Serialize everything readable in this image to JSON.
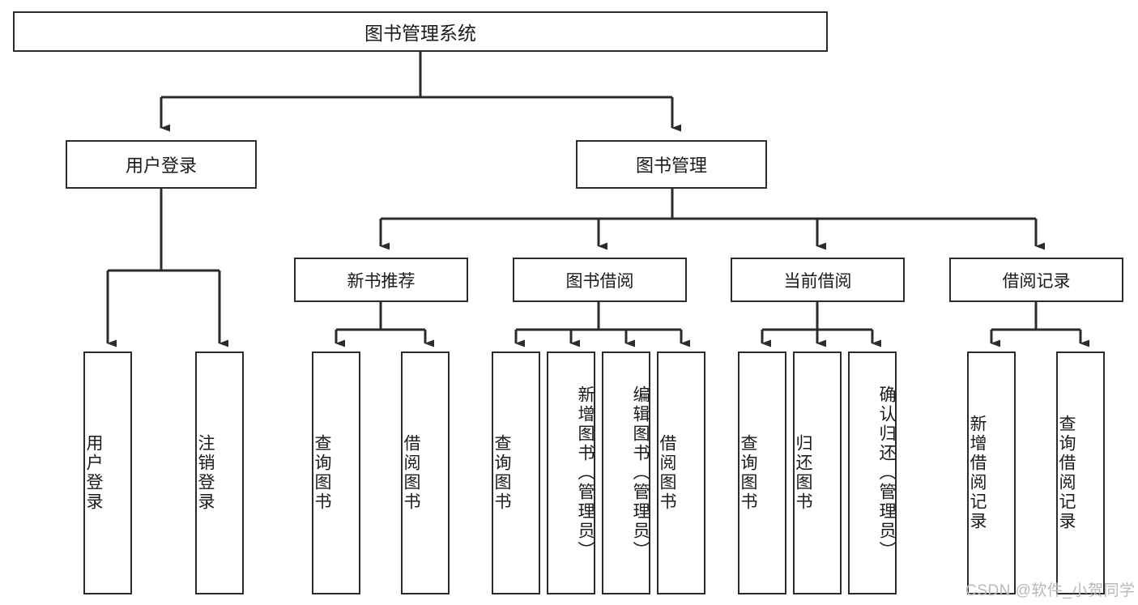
{
  "diagram": {
    "type": "hierarchy-tree",
    "title": "图书管理系统",
    "background_color": "#ffffff",
    "stroke_color": "#2b2b2b",
    "text_color": "#1a1a1a",
    "root": {
      "label": "图书管理系统"
    },
    "level2": [
      {
        "label": "用户登录"
      },
      {
        "label": "图书管理"
      }
    ],
    "level3": [
      {
        "label": "新书推荐"
      },
      {
        "label": "图书借阅"
      },
      {
        "label": "当前借阅"
      },
      {
        "label": "借阅记录"
      }
    ],
    "leaves": {
      "user_login": [
        {
          "label": "用户登录",
          "anchor": "bottom"
        },
        {
          "label": "注销登录",
          "anchor": "bottom"
        }
      ],
      "new_book_recommend": [
        {
          "label": "查询图书",
          "anchor": "bottom"
        },
        {
          "label": "借阅图书",
          "anchor": "bottom"
        }
      ],
      "book_borrow": [
        {
          "label": "查询图书",
          "anchor": "bottom"
        },
        {
          "label": "新增图书（管理员）",
          "anchor": "top"
        },
        {
          "label": "编辑图书（管理员）",
          "anchor": "top"
        },
        {
          "label": "借阅图书",
          "anchor": "bottom"
        }
      ],
      "current_borrow": [
        {
          "label": "查询图书",
          "anchor": "bottom"
        },
        {
          "label": "归还图书",
          "anchor": "bottom"
        },
        {
          "label": "确认归还（管理员）",
          "anchor": "top"
        }
      ],
      "borrow_record": [
        {
          "label": "新增借阅记录",
          "anchor": "bottom"
        },
        {
          "label": "查询借阅记录",
          "anchor": "bottom"
        }
      ]
    },
    "watermark": "CSDN @软件_小贺同学"
  }
}
